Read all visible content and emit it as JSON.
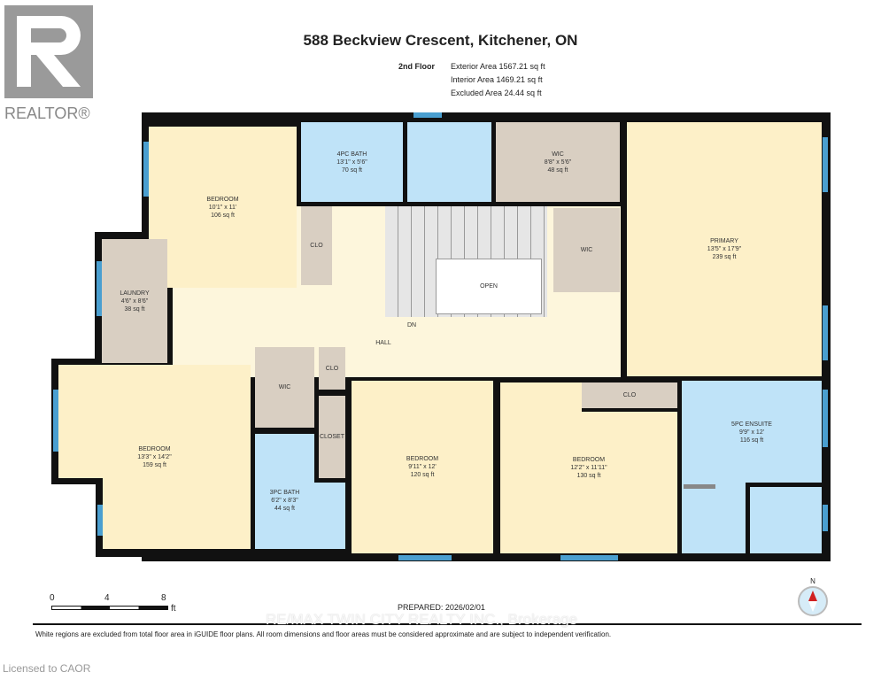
{
  "logo": {
    "text": "REALTOR®"
  },
  "title": "588 Beckview Crescent, Kitchener, ON",
  "floor": {
    "name": "2nd Floor",
    "exterior": "Exterior Area 1567.21 sq ft",
    "interior": "Interior Area 1469.21 sq ft",
    "excluded": "Excluded Area 24.44 sq ft"
  },
  "rooms": [
    {
      "name": "BEDROOM",
      "dims": "10'1\" x 11'",
      "area": "106 sq ft"
    },
    {
      "name": "4PC BATH",
      "dims": "13'1\" x 5'6\"",
      "area": "70 sq ft"
    },
    {
      "name": "WIC",
      "dims": "8'8\" x 5'6\"",
      "area": "48 sq ft"
    },
    {
      "name": "PRIMARY",
      "dims": "13'5\" x 17'9\"",
      "area": "239 sq ft"
    },
    {
      "name": "CLO"
    },
    {
      "name": "WIC"
    },
    {
      "name": "LAUNDRY",
      "dims": "4'6\" x 8'6\"",
      "area": "38 sq ft"
    },
    {
      "name": "OPEN"
    },
    {
      "name": "DN"
    },
    {
      "name": "HALL"
    },
    {
      "name": "BEDROOM",
      "dims": "13'3\" x 14'2\"",
      "area": "159 sq ft"
    },
    {
      "name": "WIC"
    },
    {
      "name": "CLO"
    },
    {
      "name": "CLOSET"
    },
    {
      "name": "3PC BATH",
      "dims": "6'2\" x 8'3\"",
      "area": "44 sq ft"
    },
    {
      "name": "BEDROOM",
      "dims": "9'11\" x 12'",
      "area": "120 sq ft"
    },
    {
      "name": "BEDROOM",
      "dims": "12'2\" x 11'11\"",
      "area": "130 sq ft"
    },
    {
      "name": "CLO"
    },
    {
      "name": "5PC ENSUITE",
      "dims": "9'9\" x 12'",
      "area": "116 sq ft"
    }
  ],
  "scale": {
    "ticks": [
      "0",
      "4",
      "8"
    ],
    "unit": "ft"
  },
  "prepared": "PREPARED: 2026/02/01",
  "compass": {
    "label": "N",
    "icon": "compass-icon"
  },
  "watermark": "RE/MAX TWIN CITY REALTY INC., Brokerage",
  "disclaimer": "White regions are excluded from total floor area in iGUIDE floor plans. All room dimensions and floor areas must be considered approximate and are subject to independent verification.",
  "license": "Licensed to CAOR"
}
